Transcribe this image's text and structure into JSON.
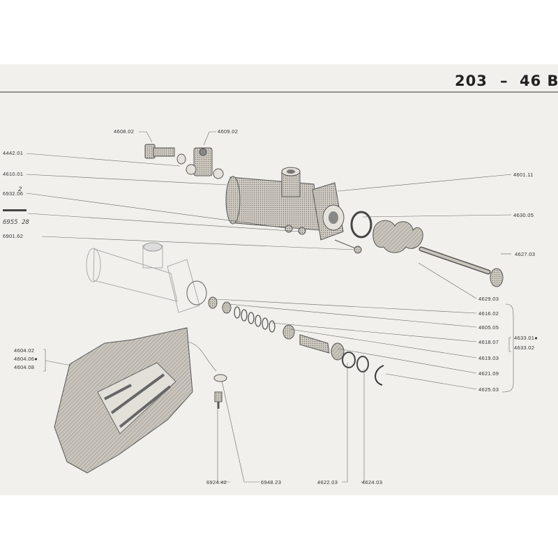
{
  "header": {
    "code": "203",
    "dash": "–",
    "plate": "46 B"
  },
  "handwritten": {
    "note_a": "2",
    "note_b": "6955 28"
  },
  "parts": {
    "p4608": "4608.02",
    "p4609": "4609.02",
    "p4442": "4442.01",
    "p4610": "4610.01",
    "p6932": "6932.06",
    "p6901": "6901.62",
    "p4601": "4601.11",
    "p4630": "4630.05",
    "p4627": "4627.03",
    "p4629": "4629.03",
    "p4616": "4616.02",
    "p4605": "4605.05",
    "p4618": "4618.07",
    "p4619": "4619.03",
    "p4621": "4621.09",
    "p4625": "4625.03",
    "p4633a": "4633.01●",
    "p4633b": "4633.02",
    "p4604a": "4604.02",
    "p4604b": "4604.06●",
    "p4604c": "4604.08",
    "p6924": "6924.42",
    "p6948": "6948.23",
    "p4622": "4622.03",
    "p4624": "4624.03"
  },
  "colors": {
    "paper": "#f1f0ec",
    "ink": "#333333",
    "shade": "#b9b5ad"
  }
}
